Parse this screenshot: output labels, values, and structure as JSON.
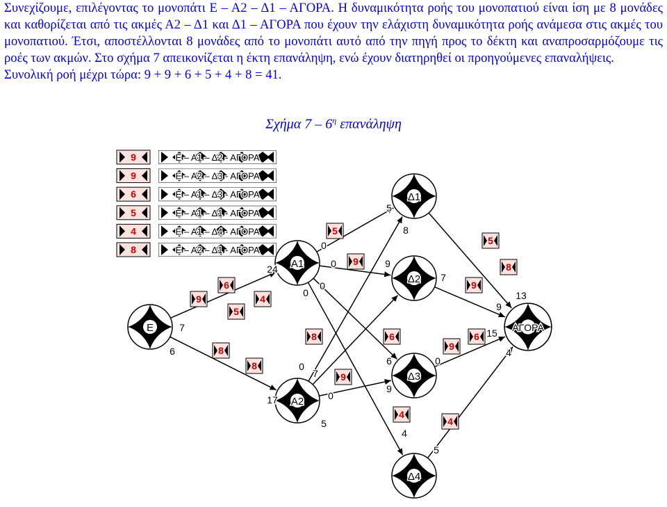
{
  "paragraphs": [
    "Συνεχίζουμε, επιλέγοντας το μονοπάτι Ε – Α2 – Δ1 – ΑΓΟΡΑ. Η δυναμικότητα ροής του μονοπατιού είναι ίση με 8 μονάδες και καθορίζεται από τις ακμές Α2 – Δ1 και Δ1 – ΑΓΟΡΑ που έχουν την ελάχιστη δυναμικότητα ροής ανάμεσα στις ακμές του μονοπατιού. Έτσι, αποστέλλονται 8 μονάδες από το μονοπάτι αυτό από την πηγή προς το δέκτη και αναπροσαρμόζουμε τις ροές των ακμών. Στο σχήμα 7 απεικονίζεται η έκτη επανάληψη, ενώ έχουν διατηρηθεί οι προηγούμενες επαναλήψεις.",
    "Συνολική ροή μέχρι τώρα: 9 + 9 + 6 + 5 + 4 + 8 = 41."
  ],
  "caption": {
    "prefix": "Σχήμα 7 – 6",
    "sup": "η",
    "suffix": " επανάληψη"
  },
  "legend": [
    {
      "flow": "9",
      "path": "Ε – Α1 – Δ2 - ΑΓΟΡΑ"
    },
    {
      "flow": "9",
      "path": "Ε – Α2 – Δ3 - ΑΓΟΡΑ"
    },
    {
      "flow": "6",
      "path": "Ε – Α1 – Δ3 - ΑΓΟΡΑ"
    },
    {
      "flow": "5",
      "path": "Ε – Α1 – Δ1 - ΑΓΟΡΑ"
    },
    {
      "flow": "4",
      "path": "Ε – Α1 – Δ4 - ΑΓΟΡΑ"
    },
    {
      "flow": "8",
      "path": "Ε – Α2 – Δ1 - ΑΓΟΡΑ"
    }
  ],
  "nodes": [
    {
      "id": "E",
      "label": "Ε"
    },
    {
      "id": "A1",
      "label": "Α1"
    },
    {
      "id": "A2",
      "label": "Α2"
    },
    {
      "id": "D1",
      "label": "Δ1"
    },
    {
      "id": "D2",
      "label": "Δ2"
    },
    {
      "id": "D3",
      "label": "Δ3"
    },
    {
      "id": "D4",
      "label": "Δ4"
    },
    {
      "id": "AGORA",
      "label": "ΑΓΟΡΑ"
    }
  ],
  "edges": [
    {
      "from": "E",
      "to": "A1"
    },
    {
      "from": "E",
      "to": "A2"
    },
    {
      "from": "A1",
      "to": "D1"
    },
    {
      "from": "A1",
      "to": "D2"
    },
    {
      "from": "A1",
      "to": "D3"
    },
    {
      "from": "A1",
      "to": "D4"
    },
    {
      "from": "A2",
      "to": "D1"
    },
    {
      "from": "A2",
      "to": "D2"
    },
    {
      "from": "A2",
      "to": "D3"
    },
    {
      "from": "D1",
      "to": "AGORA"
    },
    {
      "from": "D2",
      "to": "AGORA"
    },
    {
      "from": "D3",
      "to": "AGORA"
    },
    {
      "from": "D4",
      "to": "AGORA"
    }
  ],
  "capacity_labels": [
    "7",
    "6",
    "24",
    "0",
    "0",
    "0",
    "17",
    "0",
    "7",
    "0",
    "5",
    "5",
    "8",
    "0",
    "9",
    "7",
    "6",
    "0",
    "9",
    "4",
    "5",
    "9",
    "13",
    "15",
    "4"
  ],
  "flow_badges": [
    "9",
    "6",
    "4",
    "5",
    "8",
    "8",
    "5",
    "9",
    "8",
    "6",
    "9",
    "4",
    "5",
    "8",
    "9",
    "9",
    "6",
    "4"
  ],
  "colors": {
    "text": "#0000ee",
    "badge_text": "#cc0000",
    "badge_fill": "#fde2df",
    "line": "#000000"
  }
}
